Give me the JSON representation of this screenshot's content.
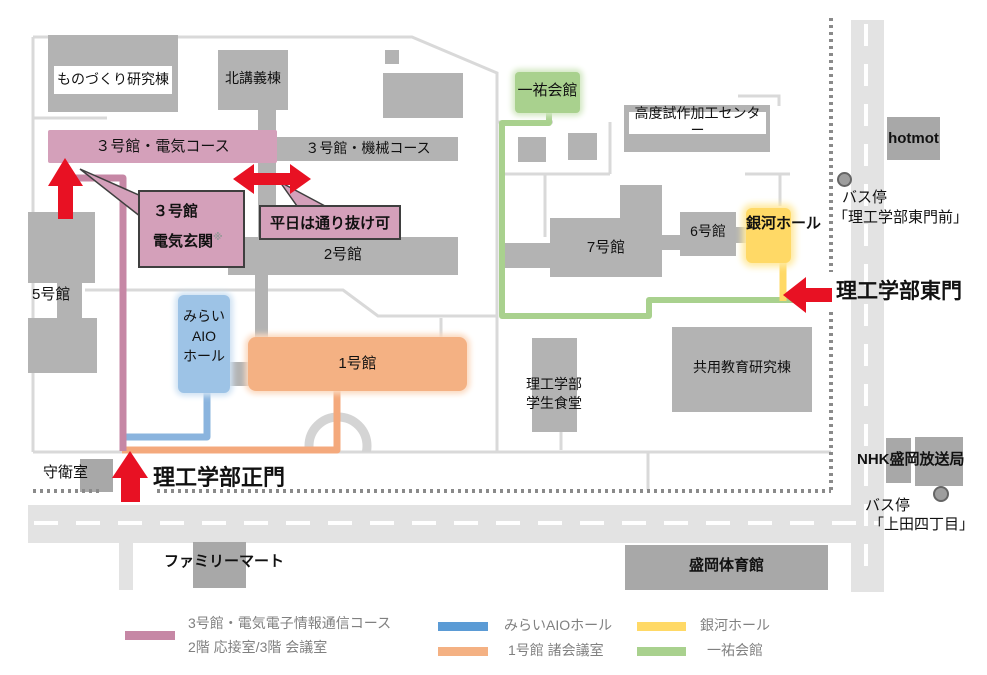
{
  "colors": {
    "route_pink": "#c687a5",
    "route_blue": "#8ab4de",
    "route_orange": "#f4a97c",
    "route_green": "#a9d18e",
    "route_yellow": "#ffd966",
    "bldg_pink": "#d4a0ba",
    "bldg_blue": "#9dc3e6",
    "bldg_orange": "#f4b183",
    "bldg_yellow": "#ffd966",
    "bldg_green": "#a9d18e",
    "legend_pink": "#c687a5",
    "legend_blue": "#5b9bd5",
    "legend_orange": "#f4b183",
    "legend_yellow": "#ffd966",
    "legend_green": "#a9d18e",
    "arrow_red": "#e81123"
  },
  "buildings": {
    "monozukuri": "ものづくり研究棟",
    "north_lecture": "北講義棟",
    "no3_electric": "３号館・電気コース",
    "no3_machine": "３号館・機械コース",
    "no2": "2号館",
    "no7": "7号館",
    "no6": "6号館",
    "no5": "5号館",
    "no1": "1号館",
    "ginga_hall": "銀河ホール",
    "ichiyu_kaikan": "一祐会館",
    "kodo_center": "高度試作加工センター",
    "mirai_l1": "みらい",
    "mirai_l2": "AIO",
    "mirai_l3": "ホール",
    "shokudo_l1": "理工学部",
    "shokudo_l2": "学生食堂",
    "kyoyo": "共用教育研究棟",
    "hotmot": "hotmot",
    "guard": "守衛室",
    "familymart": "ファミリーマート",
    "nhk": "NHK盛岡放送局",
    "gym": "盛岡体育館"
  },
  "gates": {
    "east": "理工学部東門",
    "main": "理工学部正門"
  },
  "bus_stops": {
    "east_l1": "バス停",
    "east_l2": "「理工学部東門前」",
    "ueda_l1": "バス停",
    "ueda_l2": "「上田四丁目」"
  },
  "callouts": {
    "entrance_l1": "３号館",
    "entrance_l2": "電気玄関",
    "entrance_note": "※",
    "weekday": "平日は通り抜け可"
  },
  "legend": {
    "pink_l1": "3号館・電気電子情報通信コース",
    "pink_l2": "2階 応接室/3階 会議室",
    "blue": "みらいAIOホール",
    "orange": "1号館 諸会議室",
    "yellow": "銀河ホール",
    "green": "一祐会館"
  }
}
